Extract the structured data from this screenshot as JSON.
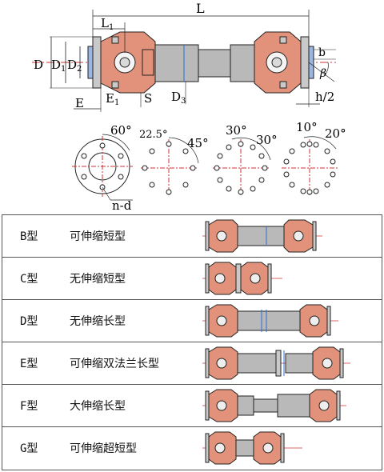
{
  "dimensions": {
    "L": "L",
    "L1": "L",
    "L1_sub": "1",
    "D": "D",
    "D1": "D",
    "D1_sub": "1",
    "D2": "D",
    "D2_sub": "2",
    "D3": "D",
    "D3_sub": "3",
    "E": "E",
    "E1": "E",
    "E1_sub": "1",
    "S": "S",
    "b": "b",
    "beta": "β",
    "h2": "h/2"
  },
  "flange_patterns": [
    {
      "angles": [
        "60°"
      ],
      "extra_label": "n-d"
    },
    {
      "angles": [
        "22.5°",
        "45°"
      ]
    },
    {
      "angles": [
        "30°",
        "30°"
      ]
    },
    {
      "angles": [
        "10°",
        "20°"
      ]
    }
  ],
  "types": [
    {
      "code": "B型",
      "desc": "可伸缩短型"
    },
    {
      "code": "C型",
      "desc": "无伸缩短型"
    },
    {
      "code": "D型",
      "desc": "无伸缩长型"
    },
    {
      "code": "E型",
      "desc": "可伸缩双法兰长型"
    },
    {
      "code": "F型",
      "desc": "大伸缩长型"
    },
    {
      "code": "G型",
      "desc": "可伸缩超短型"
    }
  ],
  "colors": {
    "yoke": "#e2927a",
    "shaft": "#b9b9b9",
    "flange": "#c9c9c9",
    "bearing": "#9bb6e0",
    "centerline": "#d03030",
    "line": "#222222"
  }
}
